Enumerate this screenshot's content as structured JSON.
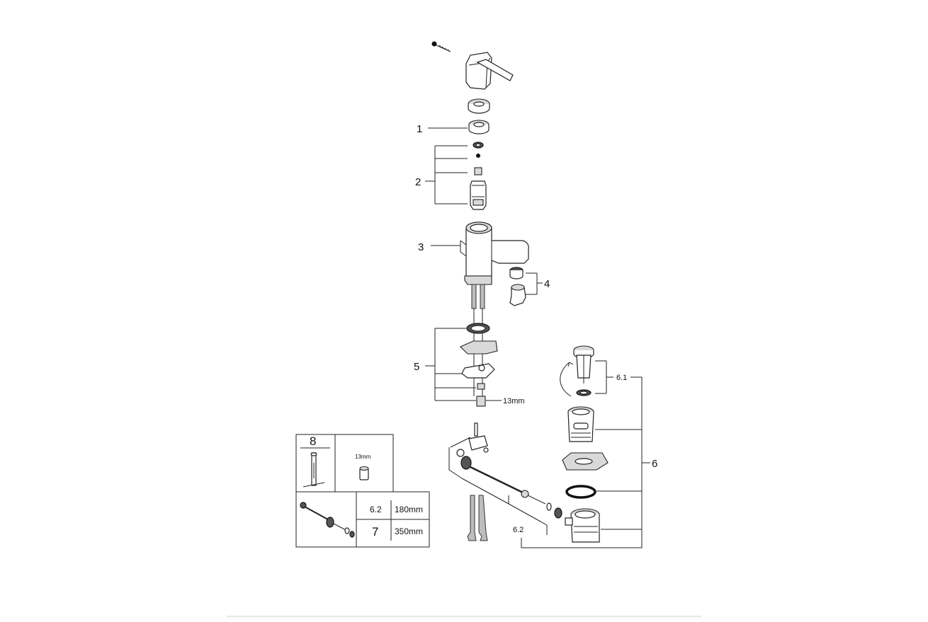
{
  "callouts": {
    "c1": "1",
    "c2": "2",
    "c3": "3",
    "c4": "4",
    "c5": "5",
    "c6": "6",
    "c6_1": "6.1",
    "c6_2": "6.2",
    "wrench_size": "13mm"
  },
  "legend": {
    "tool_number": "8",
    "tool_size": "13mm",
    "rows": [
      {
        "part": "6.2",
        "length": "180mm"
      },
      {
        "part": "7",
        "length": "350mm"
      }
    ]
  },
  "colors": {
    "line": "#222222",
    "shade": "#d9d9d9",
    "dark": "#555555"
  }
}
